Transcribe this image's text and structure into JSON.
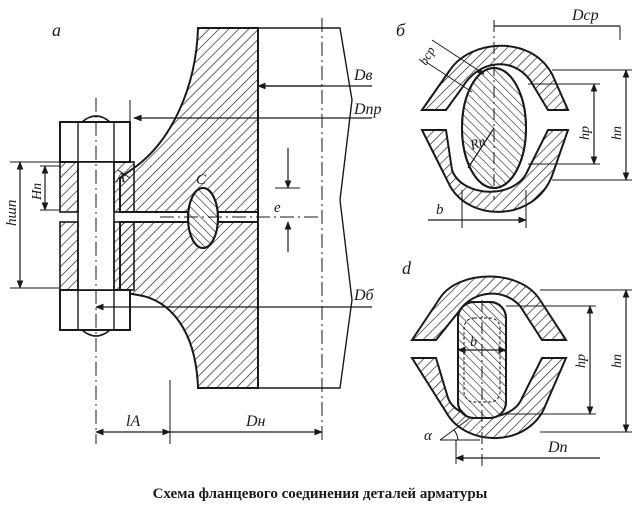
{
  "caption": "Схема фланцевого соединения деталей арматуры",
  "panels": {
    "a": "a",
    "b": "б",
    "d": "d"
  },
  "labels": {
    "D_v": "Dв",
    "D_pr": "Dпр",
    "D_b": "Dб",
    "D_n_bottom": "Dн",
    "l_A": "lА",
    "h_shp": "hшп",
    "H_p": "Hп",
    "point_A": "A",
    "point_C": "C",
    "e": "e",
    "D_sr": "Dср",
    "b_sr": "bср",
    "R_p": "Rп",
    "h_p_b": "hр",
    "h_n_b": "hп",
    "b_b": "b",
    "b_d": "b",
    "h_p_d": "hр",
    "h_n_d": "hп",
    "alpha": "α",
    "D_p_d": "Dп"
  },
  "colors": {
    "ink": "#1a1a1a",
    "paper": "#ffffff"
  }
}
